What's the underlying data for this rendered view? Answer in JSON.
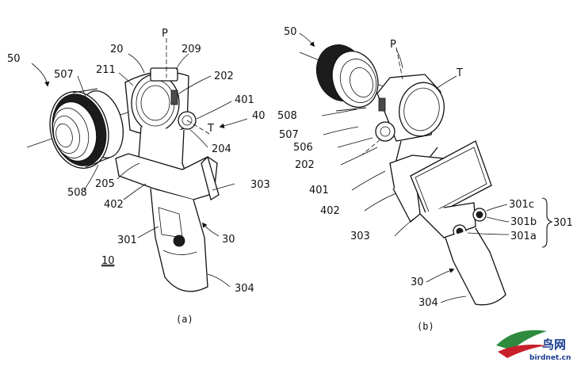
{
  "figure_a": {
    "labels": {
      "l50": "50",
      "l507": "507",
      "l20": "20",
      "lP": "P",
      "l209": "209",
      "l211": "211",
      "l202": "202",
      "l401": "401",
      "l40": "40",
      "lT": "T",
      "l204": "204",
      "l508": "508",
      "l205": "205",
      "l303": "303",
      "l402": "402",
      "l301": "301",
      "l30": "30",
      "l10": "10",
      "l304": "304"
    },
    "caption": "(a)"
  },
  "figure_b": {
    "labels": {
      "l50": "50",
      "lP": "P",
      "lT": "T",
      "l508": "508",
      "l507": "507",
      "l506": "506",
      "l202": "202",
      "l401": "401",
      "l402": "402",
      "l303": "303",
      "l301c": "301c",
      "l301b": "301b",
      "l301": "301",
      "l301a": "301a",
      "l30": "30",
      "l304": "304"
    },
    "caption": "(b)"
  },
  "watermark": {
    "text_cn": "鸟网",
    "text_en": "birdnet.cn"
  },
  "colors": {
    "line": "#111111",
    "watermark_blue": "#1a3d8f",
    "watermark_red": "#c8202a",
    "watermark_green": "#2e8b3d"
  }
}
